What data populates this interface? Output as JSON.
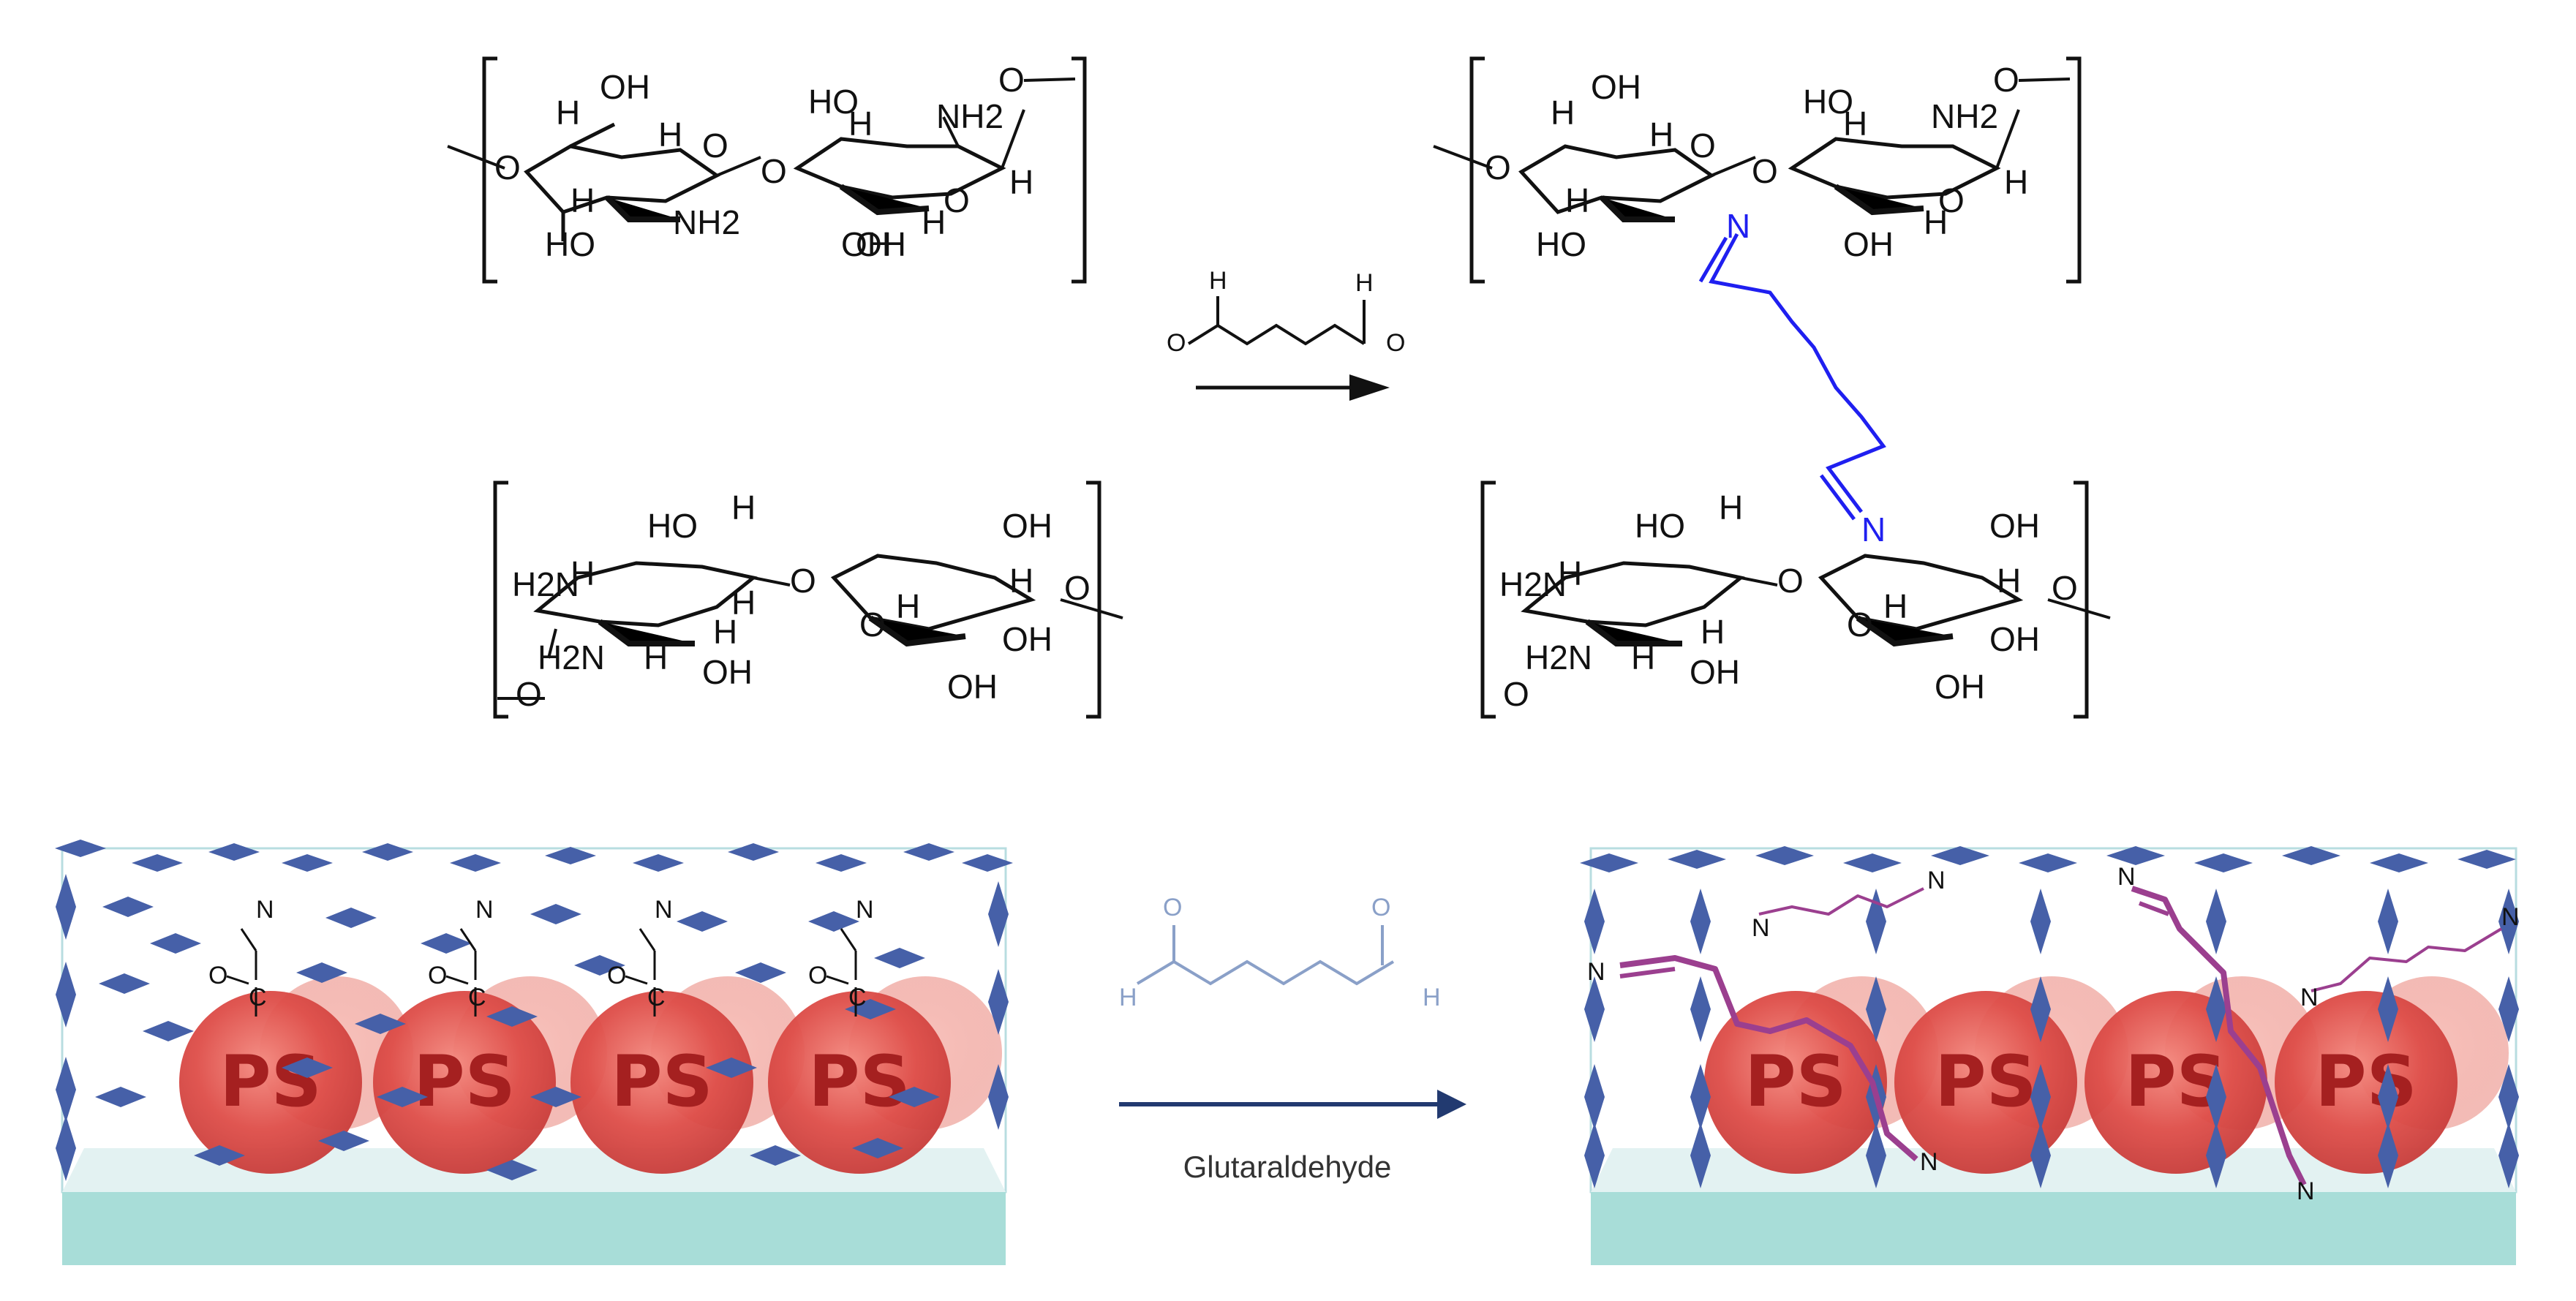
{
  "chitosan": {
    "top_left": {
      "labels": [
        "O",
        "H",
        "OH",
        "H",
        "O",
        "O",
        "NH2",
        "H",
        "O",
        "H",
        "HO",
        "NH2",
        "OH",
        "H",
        "H",
        "O"
      ],
      "hoLeft": "HO",
      "ohBottom": "OH"
    },
    "bottom_left": {
      "labels": [
        "HO",
        "H",
        "H2N",
        "H",
        "OH",
        "O",
        "H",
        "OH",
        "H",
        "O",
        "H",
        "O",
        "H2N",
        "H",
        "OH",
        "OH",
        "H",
        "O"
      ]
    }
  },
  "crosslink": {
    "imine_top": "N",
    "imine_bottom": "N"
  },
  "reagent": {
    "top_aldehyde_h1": "H",
    "top_aldehyde_h2": "H",
    "top_aldehyde_o1": "O",
    "top_aldehyde_o2": "O",
    "bottom_aldehyde_h1": "H",
    "bottom_aldehyde_h2": "H",
    "bottom_aldehyde_o1": "O",
    "bottom_aldehyde_o2": "O",
    "label": "Glutaraldehyde"
  },
  "membrane": {
    "particle_label": "PS",
    "amide_n": "N",
    "amide_o": "O",
    "amide_c": "C",
    "imine_n": "N"
  },
  "colors": {
    "crosslink_blue": "#1f1ff0",
    "crosslink_purple": "#9b3f8f",
    "particle_red": "#d84a4a",
    "diamond_blue": "#4660a8",
    "substrate_teal": "#a8ddd8",
    "arrow_navy": "#223a70",
    "reagent_pale": "#8aa0c8"
  }
}
